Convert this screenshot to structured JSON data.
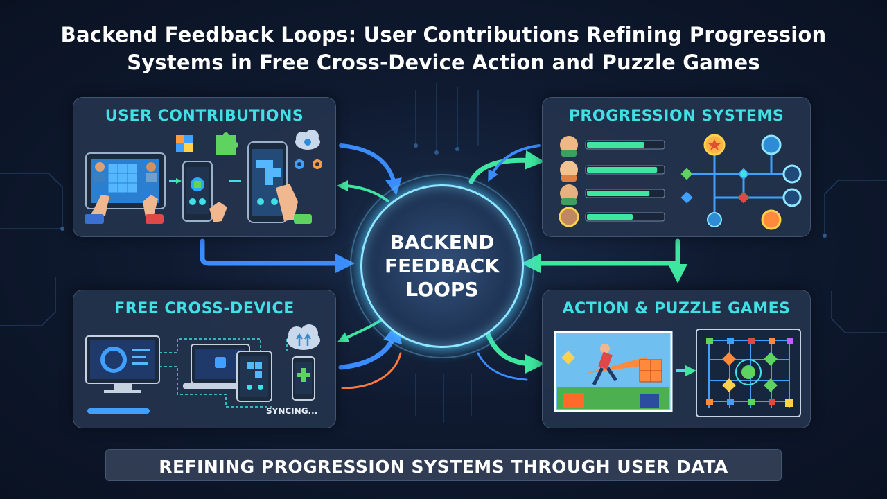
{
  "title_line1": "Backend Feedback Loops: User Contributions Refining Progression",
  "title_line2": "Systems in Free Cross-Device Action and Puzzle Games",
  "hub": {
    "line1": "BACKEND",
    "line2": "FEEDBACK",
    "line3": "LOOPS"
  },
  "panels": {
    "user_contributions": {
      "title": "USER CONTRIBUTIONS"
    },
    "progression_systems": {
      "title": "PROGRESSION SYSTEMS",
      "progress_levels": [
        0.75,
        0.92,
        0.82,
        0.6
      ]
    },
    "cross_device": {
      "title": "FREE CROSS-DEVICE",
      "status": "SYNCING..."
    },
    "action_puzzle": {
      "title": "ACTION & PUZZLE GAMES"
    }
  },
  "footer": {
    "text": "REFINING PROGRESSION SYSTEMS THROUGH USER DATA"
  },
  "colors": {
    "cyan": "#3fe0e6",
    "blue": "#3b8cff",
    "green": "#3ee6a0",
    "orange": "#ff7a3c"
  },
  "icons": [
    "puzzle-piece-icon",
    "cloud-sync-icon",
    "gear-icon",
    "star-badge-icon",
    "hand-icon",
    "monitor-icon",
    "laptop-icon",
    "tablet-icon",
    "phone-icon"
  ]
}
